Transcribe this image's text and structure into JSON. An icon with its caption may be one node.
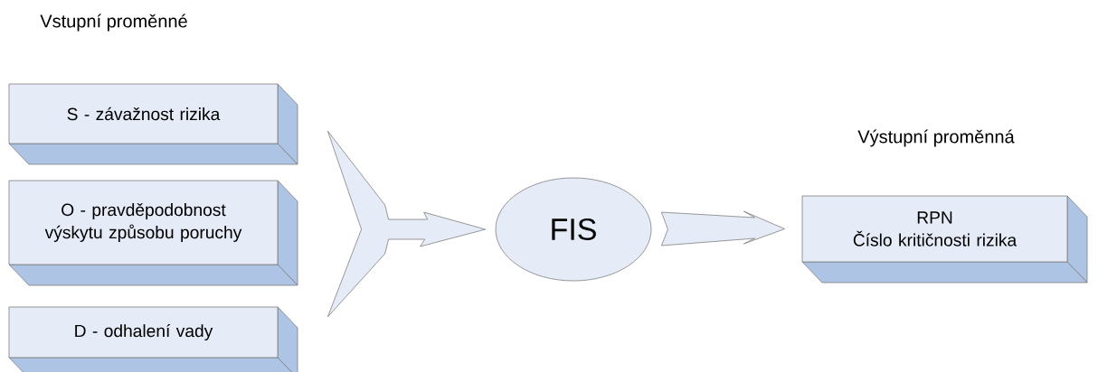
{
  "diagram": {
    "nodes": [
      {
        "text": [
          "S - závažnost rizika"
        ]
      },
      {
        "text": [
          "O - pravděpodobnost výskytu způsobu poruchy"
        ]
      },
      {
        "text": [
          "D - odhalení vady"
        ]
      },
      {
        "text": [
          "FIS"
        ]
      },
      {
        "text": [
          "RPN",
          "Číslo kritičnosti rizika"
        ]
      }
    ],
    "edges": [
      {
        "from": 0,
        "to": 3,
        "arrow": "to"
      },
      {
        "from": 1,
        "to": 3,
        "arrow": "to"
      },
      {
        "from": 2,
        "to": 3,
        "arrow": "to"
      },
      {
        "from": 3,
        "to": 4,
        "arrow": "to"
      }
    ],
    "labels": [
      "Vstupní proměnné",
      "Výstupní proměnná"
    ]
  }
}
